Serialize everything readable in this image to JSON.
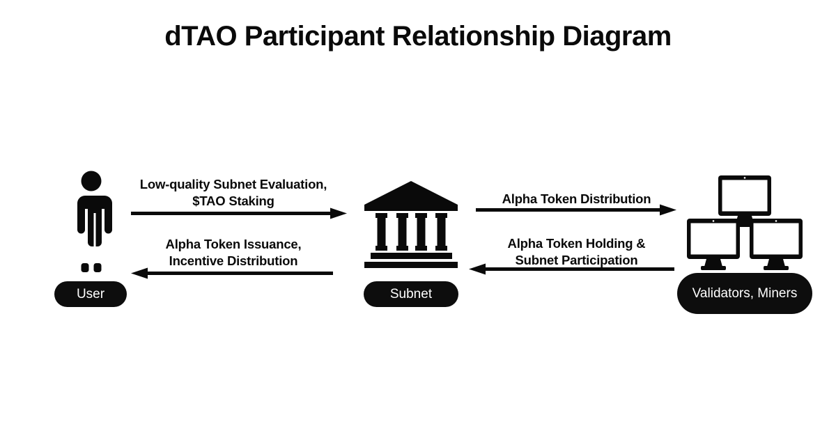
{
  "page": {
    "title": "dTAO Participant Relationship Diagram",
    "background_color": "#ffffff",
    "ink_color": "#0a0a0a"
  },
  "nodes": [
    {
      "id": "user",
      "label": "User",
      "icon": "person-icon",
      "pill_bg": "#0d0d0d",
      "pill_text_color": "#ffffff"
    },
    {
      "id": "subnet",
      "label": "Subnet",
      "icon": "bank-icon",
      "pill_bg": "#0d0d0d",
      "pill_text_color": "#ffffff"
    },
    {
      "id": "validators-miners",
      "label": "Validators,\nMiners",
      "icon": "monitors-icon",
      "pill_bg": "#0d0d0d",
      "pill_text_color": "#ffffff"
    }
  ],
  "flows": [
    {
      "id": "user-to-subnet",
      "from": "user",
      "to": "subnet",
      "direction": "right",
      "label": "Low-quality Subnet Evaluation,\n$TAO Staking"
    },
    {
      "id": "subnet-to-user",
      "from": "subnet",
      "to": "user",
      "direction": "left",
      "label": "Alpha Token Issuance,\nIncentive Distribution"
    },
    {
      "id": "subnet-to-validators",
      "from": "subnet",
      "to": "validators-miners",
      "direction": "right",
      "label": "Alpha Token Distribution"
    },
    {
      "id": "validators-to-subnet",
      "from": "validators-miners",
      "to": "subnet",
      "direction": "left",
      "label": "Alpha Token Holding &\nSubnet Participation"
    }
  ]
}
